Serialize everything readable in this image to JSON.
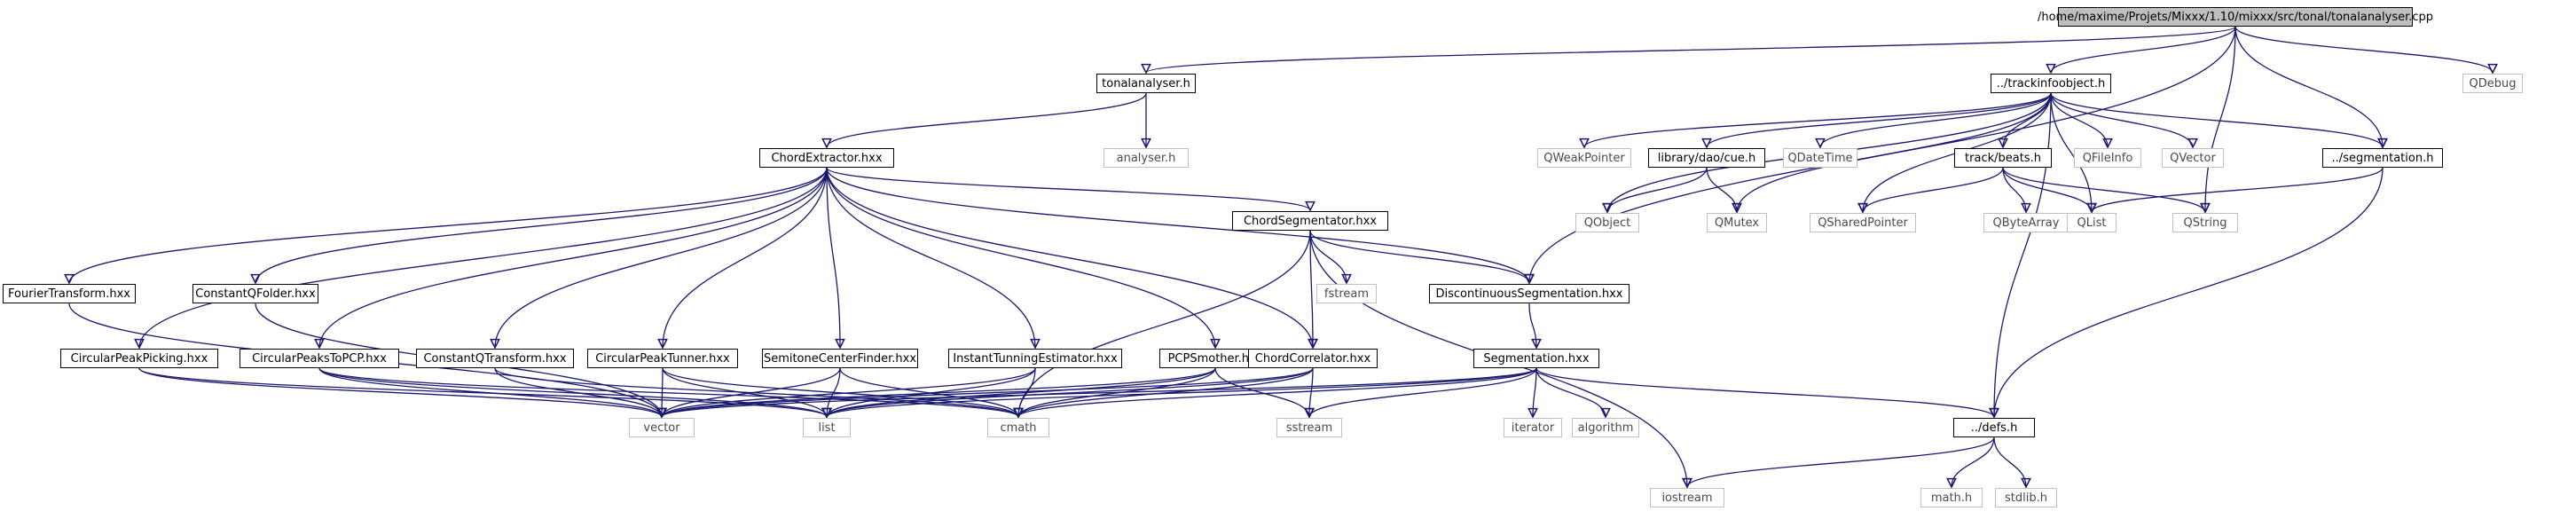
{
  "title": "",
  "nodes": [
    {
      "id": "root",
      "label": "/home/maxime/Projets/Mixxx/1.10/mixxx/src/tonal/tonalanalyser.cpp",
      "kind": "root"
    },
    {
      "id": "tonalanalyser_h",
      "label": "tonalanalyser.h",
      "kind": "local"
    },
    {
      "id": "trackinfoobject_h",
      "label": "../trackinfoobject.h",
      "kind": "local"
    },
    {
      "id": "qdebug",
      "label": "QDebug",
      "kind": "ext"
    },
    {
      "id": "chordextractor",
      "label": "ChordExtractor.hxx",
      "kind": "local"
    },
    {
      "id": "analyser_h",
      "label": "analyser.h",
      "kind": "ext"
    },
    {
      "id": "qweakpointer",
      "label": "QWeakPointer",
      "kind": "ext"
    },
    {
      "id": "library_cue",
      "label": "library/dao/cue.h",
      "kind": "local"
    },
    {
      "id": "qdatetime",
      "label": "QDateTime",
      "kind": "ext"
    },
    {
      "id": "track_beats",
      "label": "track/beats.h",
      "kind": "local"
    },
    {
      "id": "qfileinfo",
      "label": "QFileInfo",
      "kind": "ext"
    },
    {
      "id": "qvector",
      "label": "QVector",
      "kind": "ext"
    },
    {
      "id": "segmentation_h",
      "label": "../segmentation.h",
      "kind": "local"
    },
    {
      "id": "qobject",
      "label": "QObject",
      "kind": "ext"
    },
    {
      "id": "qmutex",
      "label": "QMutex",
      "kind": "ext"
    },
    {
      "id": "qsharedpointer",
      "label": "QSharedPointer",
      "kind": "ext"
    },
    {
      "id": "qbytearray",
      "label": "QByteArray",
      "kind": "ext"
    },
    {
      "id": "qlist",
      "label": "QList",
      "kind": "ext"
    },
    {
      "id": "qstring",
      "label": "QString",
      "kind": "ext"
    },
    {
      "id": "chordsegmentator",
      "label": "ChordSegmentator.hxx",
      "kind": "local"
    },
    {
      "id": "fstream",
      "label": "fstream",
      "kind": "ext"
    },
    {
      "id": "discontinuousseg",
      "label": "DiscontinuousSegmentation.hxx",
      "kind": "local"
    },
    {
      "id": "fouriertransform",
      "label": "FourierTransform.hxx",
      "kind": "local"
    },
    {
      "id": "constantqfolder",
      "label": "ConstantQFolder.hxx",
      "kind": "local"
    },
    {
      "id": "segmentation_hxx",
      "label": "Segmentation.hxx",
      "kind": "local"
    },
    {
      "id": "circularpeakpicking",
      "label": "CircularPeakPicking.hxx",
      "kind": "local"
    },
    {
      "id": "circularpeakstopcp",
      "label": "CircularPeaksToPCP.hxx",
      "kind": "local"
    },
    {
      "id": "constantqtransform",
      "label": "ConstantQTransform.hxx",
      "kind": "local"
    },
    {
      "id": "circularpeaktunner",
      "label": "CircularPeakTunner.hxx",
      "kind": "local"
    },
    {
      "id": "semitonecenterfinder",
      "label": "SemitoneCenterFinder.hxx",
      "kind": "local"
    },
    {
      "id": "instanttunning",
      "label": "InstantTunningEstimator.hxx",
      "kind": "local"
    },
    {
      "id": "pcpsmother",
      "label": "PCPSmother.hxx",
      "kind": "local"
    },
    {
      "id": "chordcorrelator",
      "label": "ChordCorrelator.hxx",
      "kind": "local"
    },
    {
      "id": "iterator",
      "label": "iterator",
      "kind": "ext"
    },
    {
      "id": "algorithm",
      "label": "algorithm",
      "kind": "ext"
    },
    {
      "id": "vector",
      "label": "vector",
      "kind": "ext"
    },
    {
      "id": "list",
      "label": "list",
      "kind": "ext"
    },
    {
      "id": "cmath",
      "label": "cmath",
      "kind": "ext"
    },
    {
      "id": "sstream",
      "label": "sstream",
      "kind": "ext"
    },
    {
      "id": "defs_h",
      "label": "../defs.h",
      "kind": "local"
    },
    {
      "id": "iostream",
      "label": "iostream",
      "kind": "ext"
    },
    {
      "id": "math_h",
      "label": "math.h",
      "kind": "ext"
    },
    {
      "id": "stdlib_h",
      "label": "stdlib.h",
      "kind": "ext"
    }
  ],
  "edges": [
    [
      "root",
      "tonalanalyser_h"
    ],
    [
      "root",
      "trackinfoobject_h"
    ],
    [
      "root",
      "qdebug"
    ],
    [
      "root",
      "segmentation_h"
    ],
    [
      "root",
      "discontinuousseg"
    ],
    [
      "root",
      "qstring"
    ],
    [
      "tonalanalyser_h",
      "chordextractor"
    ],
    [
      "tonalanalyser_h",
      "analyser_h"
    ],
    [
      "trackinfoobject_h",
      "qweakpointer"
    ],
    [
      "trackinfoobject_h",
      "library_cue"
    ],
    [
      "trackinfoobject_h",
      "qdatetime"
    ],
    [
      "trackinfoobject_h",
      "track_beats"
    ],
    [
      "trackinfoobject_h",
      "qfileinfo"
    ],
    [
      "trackinfoobject_h",
      "qvector"
    ],
    [
      "trackinfoobject_h",
      "segmentation_h"
    ],
    [
      "trackinfoobject_h",
      "qobject"
    ],
    [
      "trackinfoobject_h",
      "qmutex"
    ],
    [
      "trackinfoobject_h",
      "qsharedpointer"
    ],
    [
      "trackinfoobject_h",
      "qlist"
    ],
    [
      "trackinfoobject_h",
      "defs_h"
    ],
    [
      "library_cue",
      "qobject"
    ],
    [
      "library_cue",
      "qmutex"
    ],
    [
      "track_beats",
      "qsharedpointer"
    ],
    [
      "track_beats",
      "qbytearray"
    ],
    [
      "track_beats",
      "qlist"
    ],
    [
      "track_beats",
      "qstring"
    ],
    [
      "segmentation_h",
      "qlist"
    ],
    [
      "segmentation_h",
      "defs_h"
    ],
    [
      "chordextractor",
      "fouriertransform"
    ],
    [
      "chordextractor",
      "constantqfolder"
    ],
    [
      "chordextractor",
      "circularpeakpicking"
    ],
    [
      "chordextractor",
      "circularpeakstopcp"
    ],
    [
      "chordextractor",
      "constantqtransform"
    ],
    [
      "chordextractor",
      "circularpeaktunner"
    ],
    [
      "chordextractor",
      "semitonecenterfinder"
    ],
    [
      "chordextractor",
      "instanttunning"
    ],
    [
      "chordextractor",
      "pcpsmother"
    ],
    [
      "chordextractor",
      "chordcorrelator"
    ],
    [
      "chordextractor",
      "chordsegmentator"
    ],
    [
      "chordextractor",
      "discontinuousseg"
    ],
    [
      "chordsegmentator",
      "fstream"
    ],
    [
      "chordsegmentator",
      "discontinuousseg"
    ],
    [
      "chordsegmentator",
      "chordcorrelator"
    ],
    [
      "chordsegmentator",
      "cmath"
    ],
    [
      "chordsegmentator",
      "iostream"
    ],
    [
      "discontinuousseg",
      "segmentation_hxx"
    ],
    [
      "segmentation_hxx",
      "iterator"
    ],
    [
      "segmentation_hxx",
      "algorithm"
    ],
    [
      "segmentation_hxx",
      "vector"
    ],
    [
      "segmentation_hxx",
      "list"
    ],
    [
      "segmentation_hxx",
      "cmath"
    ],
    [
      "segmentation_hxx",
      "sstream"
    ],
    [
      "segmentation_hxx",
      "defs_h"
    ],
    [
      "fouriertransform",
      "vector"
    ],
    [
      "constantqfolder",
      "vector"
    ],
    [
      "circularpeakpicking",
      "vector"
    ],
    [
      "circularpeakpicking",
      "list"
    ],
    [
      "circularpeakstopcp",
      "vector"
    ],
    [
      "circularpeakstopcp",
      "list"
    ],
    [
      "circularpeakstopcp",
      "cmath"
    ],
    [
      "constantqtransform",
      "vector"
    ],
    [
      "constantqtransform",
      "cmath"
    ],
    [
      "circularpeaktunner",
      "vector"
    ],
    [
      "circularpeaktunner",
      "list"
    ],
    [
      "circularpeaktunner",
      "cmath"
    ],
    [
      "semitonecenterfinder",
      "vector"
    ],
    [
      "semitonecenterfinder",
      "list"
    ],
    [
      "semitonecenterfinder",
      "cmath"
    ],
    [
      "instanttunning",
      "vector"
    ],
    [
      "instanttunning",
      "list"
    ],
    [
      "instanttunning",
      "cmath"
    ],
    [
      "pcpsmother",
      "vector"
    ],
    [
      "pcpsmother",
      "list"
    ],
    [
      "pcpsmother",
      "cmath"
    ],
    [
      "pcpsmother",
      "sstream"
    ],
    [
      "chordcorrelator",
      "vector"
    ],
    [
      "chordcorrelator",
      "list"
    ],
    [
      "chordcorrelator",
      "cmath"
    ],
    [
      "chordcorrelator",
      "sstream"
    ],
    [
      "defs_h",
      "iostream"
    ],
    [
      "defs_h",
      "math_h"
    ],
    [
      "defs_h",
      "stdlib_h"
    ]
  ]
}
